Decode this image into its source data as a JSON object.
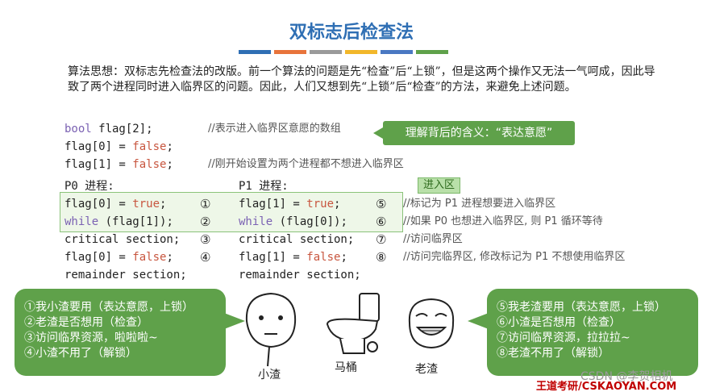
{
  "title": "双标志后检查法",
  "intro": "算法思想：双标志先检查法的改版。前一个算法的问题是先“检查”后“上锁”，但是这两个操作又无法一气呵成，因此导致了两个进程同时进入临界区的问题。因此，人们又想到先“上锁”后“检查”的方法，来避免上述问题。",
  "code_head": {
    "line1_kw": "bool",
    "line1_rest": " flag[2];",
    "line1_comment": "//表示进入临界区意愿的数组",
    "line2_pre": "flag[0] = ",
    "line2_val": "false",
    "line2_post": ";",
    "line3_pre": "flag[1] = ",
    "line3_val": "false",
    "line3_post": ";",
    "line3_comment": "//刚开始设置为两个进程都不想进入临界区"
  },
  "callout": "理解背后的含义：“表达意愿”",
  "enter_tag": "进入区",
  "p0": {
    "header": "P0 进程:",
    "l1_pre": "flag[0] = ",
    "l1_val": "true",
    "l1_post": ";",
    "l2_kw": "while",
    "l2_rest": " (flag[1]);",
    "l3": "critical section;",
    "l4_pre": "flag[0] = ",
    "l4_val": "false",
    "l4_post": ";",
    "l5": "remainder section;",
    "nums": [
      "①",
      "②",
      "③",
      "④"
    ]
  },
  "p1": {
    "header": "P1 进程:",
    "l1_pre": "flag[1] = ",
    "l1_val": "true",
    "l1_post": ";",
    "l2_kw": "while",
    "l2_rest": " (flag[0]);",
    "l3": "critical section;",
    "l4_pre": "flag[1] = ",
    "l4_val": "false",
    "l4_post": ";",
    "l5": "remainder section;",
    "nums": [
      "⑤",
      "⑥",
      "⑦",
      "⑧"
    ]
  },
  "comments": [
    "//标记为 P1 进程想要进入临界区",
    "//如果 P0 也想进入临界区, 则 P1 循环等待",
    "//访问临界区",
    "//访问完临界区, 修改标记为 P1 不想使用临界区"
  ],
  "bubble_left": [
    "①我小渣要用（表达意愿，上锁）",
    "②老渣是否想用（检查）",
    "③访问临界资源，啦啦啦~",
    "④小渣不用了（解锁）"
  ],
  "bubble_right": [
    "⑤我老渣要用（表达意愿，上锁）",
    "⑥小渣是否想用（检查）",
    "⑦访问临界资源，拉拉拉~",
    "⑧老渣不用了（解锁）"
  ],
  "characters": {
    "left": "小渣",
    "middle": "马桶",
    "right": "老渣"
  },
  "footer": "王道考研/CSKAOYAN.COM",
  "watermark": "CSDN @李贺相机",
  "colors": {
    "title": "#2f6fb4",
    "accent_green": "#5fa14a",
    "footer_red": "#c00000"
  },
  "color_bar": [
    "#2f6fb4",
    "#e8743b",
    "#9a9a9a",
    "#f2b72a",
    "#4a78c2",
    "#5fa14a"
  ]
}
